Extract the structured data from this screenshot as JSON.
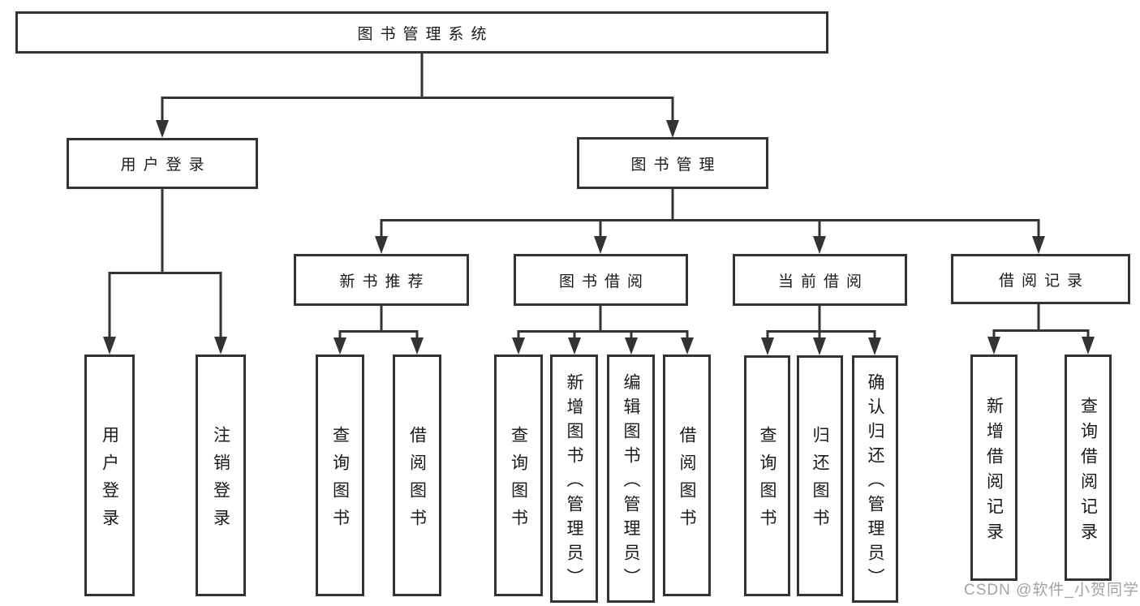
{
  "diagram_type": "function-structure-tree",
  "tree": {
    "label": "图书管理系统",
    "children": [
      {
        "label": "用户登录",
        "children": [
          {
            "label": "用户登录"
          },
          {
            "label": "注销登录"
          }
        ]
      },
      {
        "label": "图书管理",
        "children": [
          {
            "label": "新书推荐",
            "children": [
              {
                "label": "查询图书"
              },
              {
                "label": "借阅图书"
              }
            ]
          },
          {
            "label": "图书借阅",
            "children": [
              {
                "label": "查询图书"
              },
              {
                "label": "新增图书（管理员）"
              },
              {
                "label": "编辑图书（管理员）"
              },
              {
                "label": "借阅图书"
              }
            ]
          },
          {
            "label": "当前借阅",
            "children": [
              {
                "label": "查询图书"
              },
              {
                "label": "归还图书"
              },
              {
                "label": "确认归还（管理员）"
              }
            ]
          },
          {
            "label": "借阅记录",
            "children": [
              {
                "label": "新增借阅记录"
              },
              {
                "label": "查询借阅记录"
              }
            ]
          }
        ]
      }
    ]
  },
  "watermark": {
    "text": "CSDN @软件_小贺同学"
  },
  "colors": {
    "line": "#333333",
    "text": "#1a1a1a",
    "background": "#ffffff",
    "watermark": "#a3a3a3"
  }
}
